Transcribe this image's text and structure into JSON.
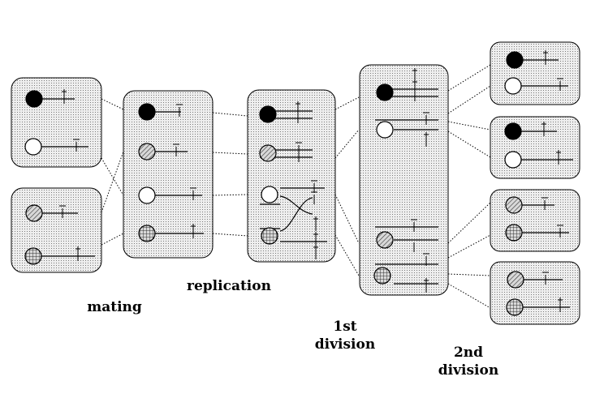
{
  "labels": {
    "mating": "mating",
    "replication": "replication",
    "first_division_line1": "1st",
    "first_division_line2": "division",
    "second_division_line1": "2nd",
    "second_division_line2": "division"
  },
  "colors": {
    "box_fill": "#e6e6e6",
    "stroke": "#000000",
    "black_chromosome": "#000000",
    "white_chromosome": "#ffffff",
    "hatched_chromosome": "#bdbdbd",
    "crosshatched_chromosome": "#bdbdbd"
  }
}
